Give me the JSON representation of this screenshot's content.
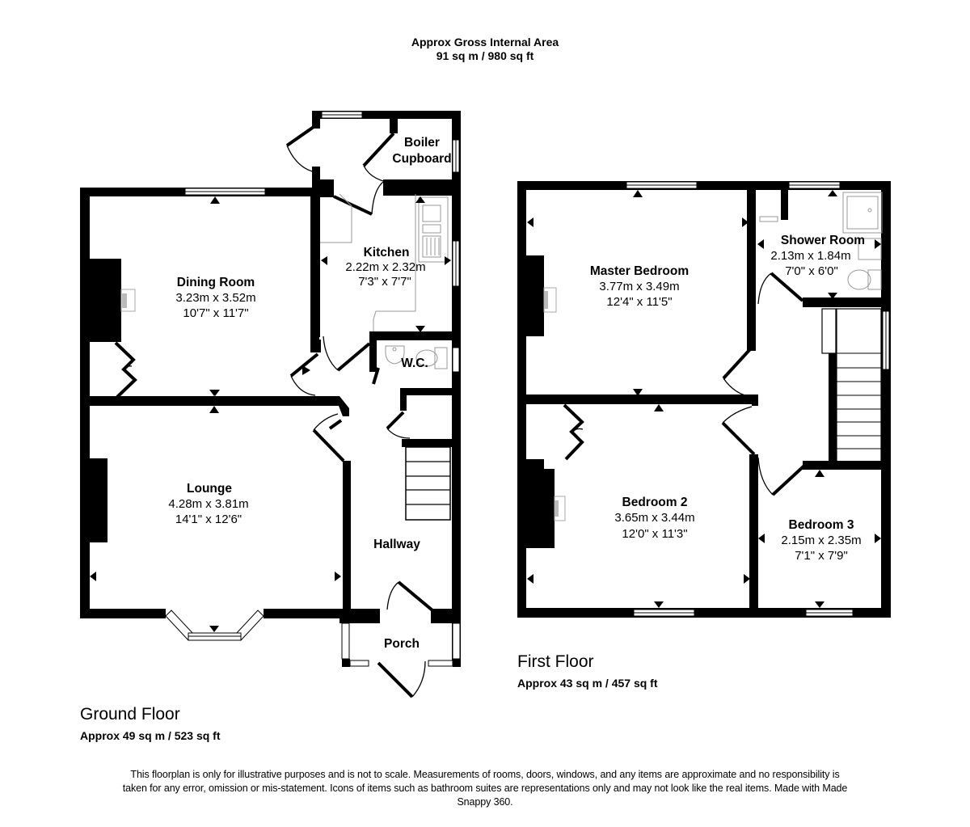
{
  "header": {
    "title_line1": "Approx Gross Internal Area",
    "title_line2": "91 sq m / 980 sq ft"
  },
  "floors": {
    "ground": {
      "name": "Ground Floor",
      "area": "Approx 49 sq m / 523 sq ft",
      "rooms": {
        "boiler": {
          "name_line1": "Boiler",
          "name_line2": "Cupboard"
        },
        "kitchen": {
          "name": "Kitchen",
          "metric": "2.22m x 2.32m",
          "imperial": "7'3\" x 7'7\""
        },
        "dining": {
          "name": "Dining Room",
          "metric": "3.23m x 3.52m",
          "imperial": "10'7\" x 11'7\""
        },
        "wc": {
          "name": "W.C."
        },
        "lounge": {
          "name": "Lounge",
          "metric": "4.28m x 3.81m",
          "imperial": "14'1\" x 12'6\""
        },
        "hallway": {
          "name": "Hallway"
        },
        "porch": {
          "name": "Porch"
        }
      }
    },
    "first": {
      "name": "First Floor",
      "area": "Approx 43 sq m / 457 sq ft",
      "rooms": {
        "master": {
          "name": "Master Bedroom",
          "metric": "3.77m x 3.49m",
          "imperial": "12'4\" x 11'5\""
        },
        "shower": {
          "name": "Shower Room",
          "metric": "2.13m x 1.84m",
          "imperial": "7'0\" x 6'0\""
        },
        "bedroom2": {
          "name": "Bedroom 2",
          "metric": "3.65m x 3.44m",
          "imperial": "12'0\" x 11'3\""
        },
        "bedroom3": {
          "name": "Bedroom 3",
          "metric": "2.15m x 2.35m",
          "imperial": "7'1\" x 7'9\""
        }
      }
    }
  },
  "footer": {
    "disclaimer": "This floorplan is only for illustrative purposes and is not to scale. Measurements of rooms, doors, windows, and any items are approximate and no responsibility is taken for any error, omission or mis-statement. Icons of items such as bathroom suites are representations only and may not look like the real items. Made with Made Snappy 360."
  },
  "colors": {
    "wall": "#000000",
    "fixture_outline": "#999999",
    "background": "#ffffff"
  }
}
